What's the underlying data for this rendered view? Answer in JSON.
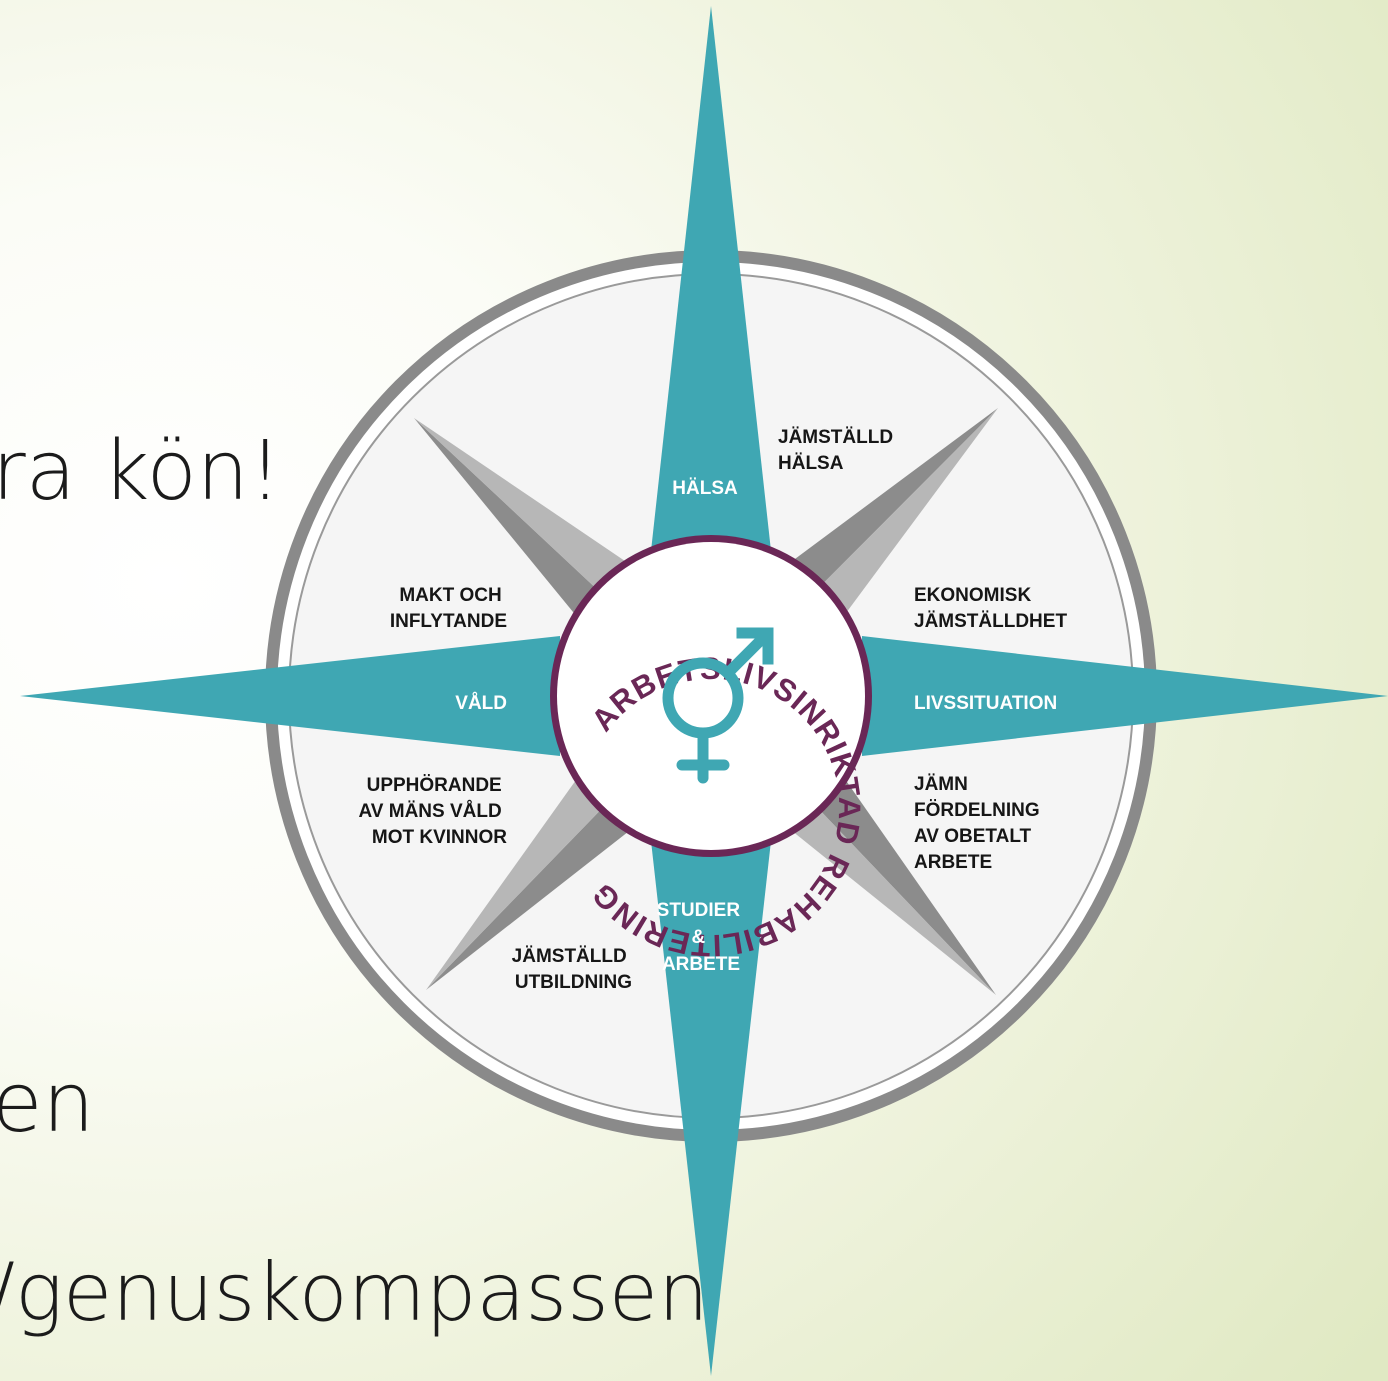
{
  "slide": {
    "lines": [
      "ra kön!",
      "en",
      "/genuskompassen"
    ]
  },
  "compass": {
    "center_text": "ARBETSLIVSINRIKTAD REHABILITERING",
    "symbol_icon": "gender-symbol-icon",
    "main_directions": {
      "north": [
        "HÄLSA"
      ],
      "east": [
        "LIVSSITUATION"
      ],
      "south": [
        "STUDIER",
        "&",
        "ARBETE"
      ],
      "west": [
        "VÅLD"
      ]
    },
    "sectors": {
      "north_east": [
        "JÄMSTÄLLD",
        "HÄLSA"
      ],
      "east_north": [
        "EKONOMISK",
        "JÄMSTÄLLDHET"
      ],
      "east_south": [
        "JÄMN",
        "FÖRDELNING",
        "AV OBETALT",
        "ARBETE"
      ],
      "south_west": [
        "JÄMSTÄLLD",
        "UTBILDNING"
      ],
      "west_south": [
        "UPPHÖRANDE",
        "AV MÄNS VÅLD",
        "MOT KVINNOR"
      ],
      "west_north": [
        "MAKT OCH",
        "INFLYTANDE"
      ]
    },
    "colors": {
      "teal": "#3fa7b3",
      "ring_gray": "#8a8a8a",
      "purple": "#6a2756",
      "dark_gray_ray": "#8c8c8c",
      "light_gray_ray": "#b7b7b7"
    }
  }
}
